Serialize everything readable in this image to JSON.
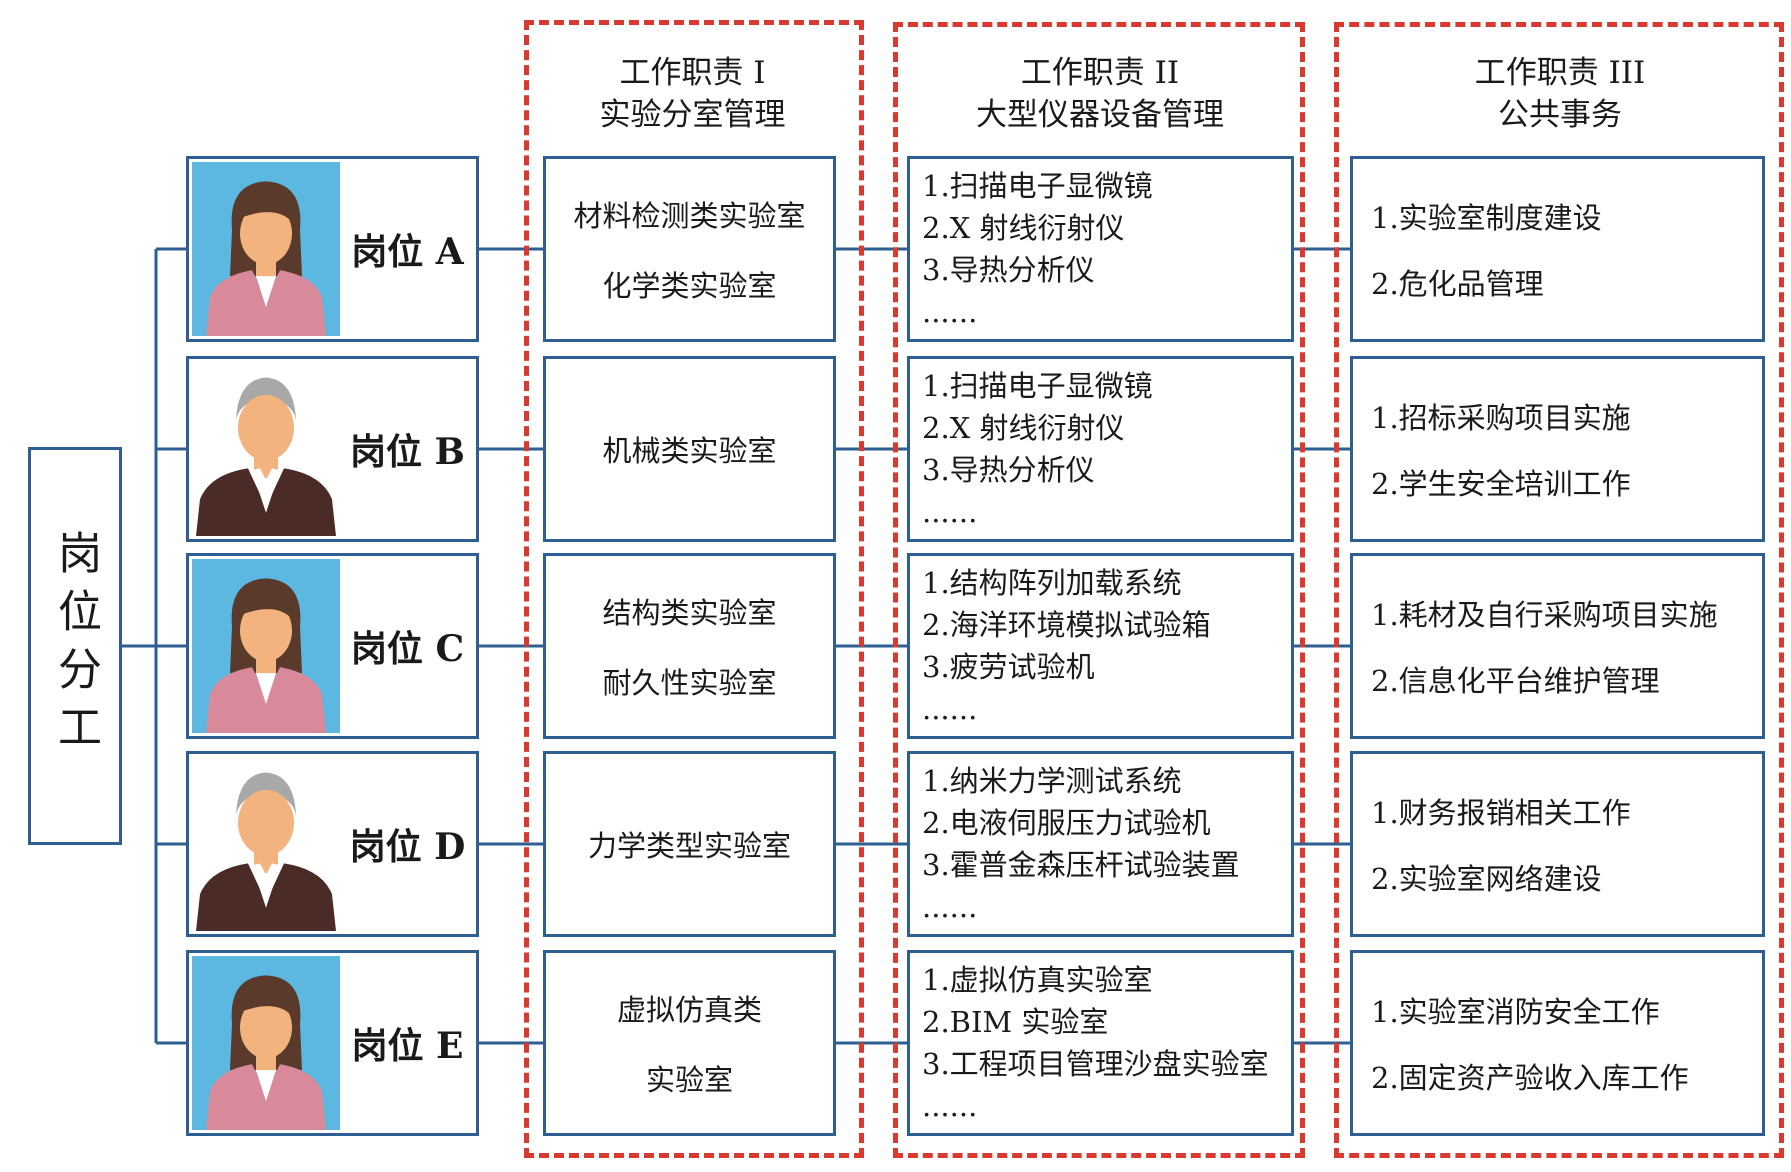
{
  "root": {
    "label": "岗位分工"
  },
  "columns": [
    {
      "line1": "工作职责 I",
      "line2": "实验分室管理"
    },
    {
      "line1": "工作职责 II",
      "line2": "大型仪器设备管理"
    },
    {
      "line1": "工作职责 III",
      "line2": "公共事务"
    }
  ],
  "rows": [
    {
      "post": "岗位 A",
      "avatar": "female-avatar-icon",
      "labs": [
        "材料检测类实验室",
        "化学类实验室"
      ],
      "equipment": [
        "1.扫描电子显微镜",
        "2.X 射线衍射仪",
        "3.导热分析仪",
        "......"
      ],
      "public": [
        "1.实验室制度建设",
        "2.危化品管理"
      ]
    },
    {
      "post": "岗位 B",
      "avatar": "male-avatar-icon",
      "labs": [
        "机械类实验室"
      ],
      "equipment": [
        "1.扫描电子显微镜",
        "2.X 射线衍射仪",
        "3.导热分析仪",
        "......"
      ],
      "public": [
        "1.招标采购项目实施",
        "2.学生安全培训工作"
      ]
    },
    {
      "post": "岗位 C",
      "avatar": "female-avatar-icon",
      "labs": [
        "结构类实验室",
        "耐久性实验室"
      ],
      "equipment": [
        "1.结构阵列加载系统",
        "2.海洋环境模拟试验箱",
        "3.疲劳试验机",
        "......"
      ],
      "public": [
        "1.耗材及自行采购项目实施",
        "2.信息化平台维护管理"
      ]
    },
    {
      "post": "岗位 D",
      "avatar": "male-avatar-icon",
      "labs": [
        "力学类型实验室"
      ],
      "equipment": [
        "1.纳米力学测试系统",
        "2.电液伺服压力试验机",
        "3.霍普金森压杆试验装置",
        "......"
      ],
      "public": [
        "1.财务报销相关工作",
        "2.实验室网络建设"
      ]
    },
    {
      "post": "岗位 E",
      "avatar": "female-avatar-icon",
      "labs": [
        "虚拟仿真类",
        "实验室"
      ],
      "equipment": [
        "1.虚拟仿真实验室",
        "2.BIM 实验室",
        "3.工程项目管理沙盘实验室",
        "......"
      ],
      "public": [
        "1.实验室消防安全工作",
        "2.固定资产验收入库工作"
      ]
    }
  ],
  "colors": {
    "box_border": "#2e5f93",
    "dashed_border": "#d9392f",
    "avatar_bg": "#5cb8e0",
    "female_shirt": "#d98a9a",
    "male_suit": "#4a2b25",
    "skin": "#f2b37e"
  }
}
